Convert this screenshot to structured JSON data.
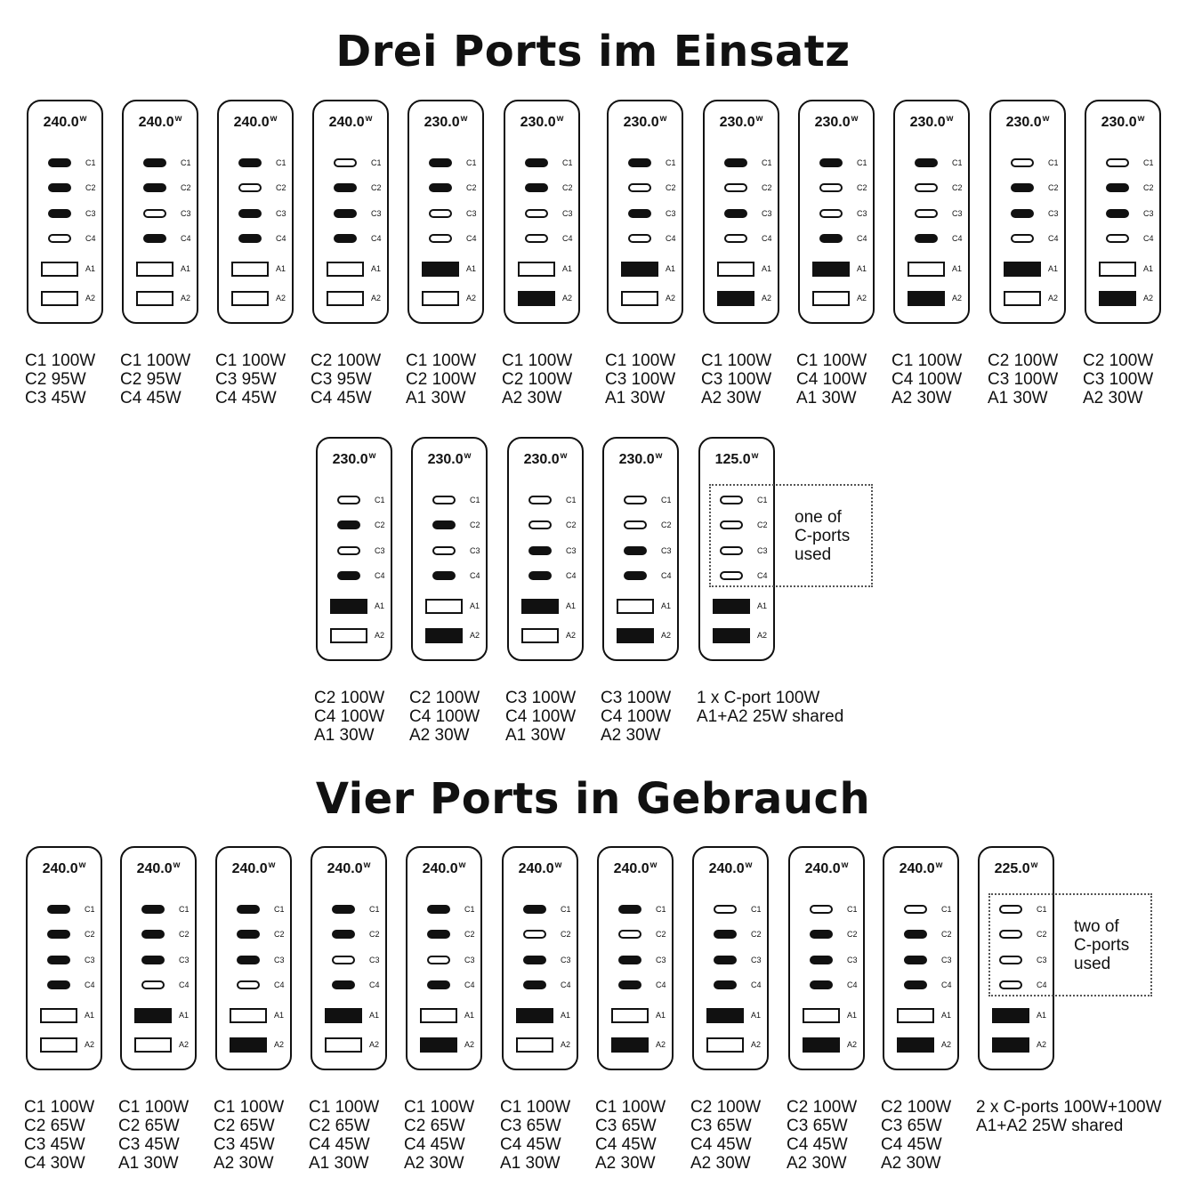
{
  "headings": {
    "three_ports": "Drei Ports im Einsatz",
    "four_ports": "Vier Ports in Gebrauch"
  },
  "watt_unit": "w",
  "port_labels": [
    "C1",
    "C2",
    "C3",
    "C4",
    "A1",
    "A2"
  ],
  "sections": [
    {
      "id": "three-ports",
      "rows": [
        {
          "chargers": [
            {
              "watt": "240.0",
              "active": [
                "C1",
                "C2",
                "C3"
              ],
              "caption": [
                "C1 100W",
                "C2 95W",
                "C3 45W"
              ]
            },
            {
              "watt": "240.0",
              "active": [
                "C1",
                "C2",
                "C4"
              ],
              "caption": [
                "C1 100W",
                "C2 95W",
                "C4 45W"
              ]
            },
            {
              "watt": "240.0",
              "active": [
                "C1",
                "C3",
                "C4"
              ],
              "caption": [
                "C1 100W",
                "C3 95W",
                "C4 45W"
              ]
            },
            {
              "watt": "240.0",
              "active": [
                "C2",
                "C3",
                "C4"
              ],
              "caption": [
                "C2 100W",
                "C3 95W",
                "C4 45W"
              ]
            },
            {
              "watt": "230.0",
              "active": [
                "C1",
                "C2",
                "A1"
              ],
              "caption": [
                "C1 100W",
                "C2 100W",
                "A1 30W"
              ]
            },
            {
              "watt": "230.0",
              "active": [
                "C1",
                "C2",
                "A2"
              ],
              "caption": [
                "C1 100W",
                "C2 100W",
                "A2 30W"
              ]
            },
            {
              "watt": "230.0",
              "active": [
                "C1",
                "C3",
                "A1"
              ],
              "caption": [
                "C1 100W",
                "C3 100W",
                "A1 30W"
              ]
            },
            {
              "watt": "230.0",
              "active": [
                "C1",
                "C3",
                "A2"
              ],
              "caption": [
                "C1 100W",
                "C3 100W",
                "A2 30W"
              ]
            },
            {
              "watt": "230.0",
              "active": [
                "C1",
                "C4",
                "A1"
              ],
              "caption": [
                "C1 100W",
                "C4 100W",
                "A1 30W"
              ]
            },
            {
              "watt": "230.0",
              "active": [
                "C1",
                "C4",
                "A2"
              ],
              "caption": [
                "C1 100W",
                "C4 100W",
                "A2 30W"
              ]
            },
            {
              "watt": "230.0",
              "active": [
                "C2",
                "C3",
                "A1"
              ],
              "caption": [
                "C2 100W",
                "C3 100W",
                "A1 30W"
              ]
            },
            {
              "watt": "230.0",
              "active": [
                "C2",
                "C3",
                "A2"
              ],
              "caption": [
                "C2 100W",
                "C3 100W",
                "A2 30W"
              ]
            }
          ]
        },
        {
          "chargers": [
            {
              "watt": "230.0",
              "active": [
                "C2",
                "C4",
                "A1"
              ],
              "caption": [
                "C2 100W",
                "C4 100W",
                "A1 30W"
              ]
            },
            {
              "watt": "230.0",
              "active": [
                "C2",
                "C4",
                "A2"
              ],
              "caption": [
                "C2 100W",
                "C4 100W",
                "A2 30W"
              ]
            },
            {
              "watt": "230.0",
              "active": [
                "C3",
                "C4",
                "A1"
              ],
              "caption": [
                "C3 100W",
                "C4 100W",
                "A1 30W"
              ]
            },
            {
              "watt": "230.0",
              "active": [
                "C3",
                "C4",
                "A2"
              ],
              "caption": [
                "C3 100W",
                "C4 100W",
                "A2 30W"
              ]
            },
            {
              "watt": "125.0",
              "active": [
                "A1",
                "A2"
              ],
              "caption": [
                "1 x C-port 100W",
                "A1+A2 25W shared"
              ],
              "note": [
                "one of",
                "C-ports",
                "used"
              ]
            }
          ]
        }
      ]
    },
    {
      "id": "four-ports",
      "rows": [
        {
          "chargers": [
            {
              "watt": "240.0",
              "active": [
                "C1",
                "C2",
                "C3",
                "C4"
              ],
              "caption": [
                "C1 100W",
                "C2 65W",
                "C3 45W",
                "C4 30W"
              ]
            },
            {
              "watt": "240.0",
              "active": [
                "C1",
                "C2",
                "C3",
                "A1"
              ],
              "caption": [
                "C1 100W",
                "C2 65W",
                "C3 45W",
                "A1 30W"
              ]
            },
            {
              "watt": "240.0",
              "active": [
                "C1",
                "C2",
                "C3",
                "A2"
              ],
              "caption": [
                "C1 100W",
                "C2 65W",
                "C3 45W",
                "A2 30W"
              ]
            },
            {
              "watt": "240.0",
              "active": [
                "C1",
                "C2",
                "C4",
                "A1"
              ],
              "caption": [
                "C1 100W",
                "C2 65W",
                "C4 45W",
                "A1 30W"
              ]
            },
            {
              "watt": "240.0",
              "active": [
                "C1",
                "C2",
                "C4",
                "A2"
              ],
              "caption": [
                "C1 100W",
                "C2 65W",
                "C4 45W",
                "A2 30W"
              ]
            },
            {
              "watt": "240.0",
              "active": [
                "C1",
                "C3",
                "C4",
                "A1"
              ],
              "caption": [
                "C1 100W",
                "C3 65W",
                "C4 45W",
                "A1 30W"
              ]
            },
            {
              "watt": "240.0",
              "active": [
                "C1",
                "C3",
                "C4",
                "A2"
              ],
              "caption": [
                "C1 100W",
                "C3 65W",
                "C4 45W",
                "A2 30W"
              ]
            },
            {
              "watt": "240.0",
              "active": [
                "C2",
                "C3",
                "C4",
                "A1"
              ],
              "caption": [
                "C2 100W",
                "C3 65W",
                "C4 45W",
                "A2 30W"
              ]
            },
            {
              "watt": "240.0",
              "active": [
                "C2",
                "C3",
                "C4",
                "A2"
              ],
              "caption": [
                "C2 100W",
                "C3 65W",
                "C4 45W",
                "A2 30W"
              ]
            },
            {
              "watt": "240.0",
              "active": [
                "C2",
                "C3",
                "C4",
                "A2"
              ],
              "caption": [
                "C2 100W",
                "C3 65W",
                "C4 45W",
                "A2 30W"
              ]
            },
            {
              "watt": "225.0",
              "active": [
                "A1",
                "A2"
              ],
              "caption": [
                "2 x C-ports 100W+100W",
                "A1+A2 25W shared"
              ],
              "note": [
                "two of",
                "C-ports",
                "used"
              ]
            }
          ]
        }
      ]
    }
  ]
}
